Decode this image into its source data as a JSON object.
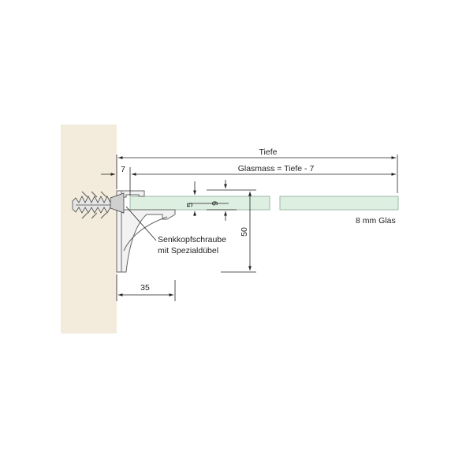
{
  "labels": {
    "tiefe": "Tiefe",
    "glasmass": "Glasmass = Tiefe - 7",
    "seven": "7",
    "five": "5",
    "nine": "9",
    "fifty": "50",
    "thirtyfive": "35",
    "glass": "8 mm Glas",
    "screw_line1": "Senkkopfschraube",
    "screw_line2": "mit Spezialdübel"
  },
  "colors": {
    "wall": "#f3ecdc",
    "glass_fill": "#dcefe1",
    "glass_stroke": "#9cb8a6",
    "profile_fill": "#f2f2f2",
    "profile_stroke": "#666666",
    "line": "#222222"
  }
}
